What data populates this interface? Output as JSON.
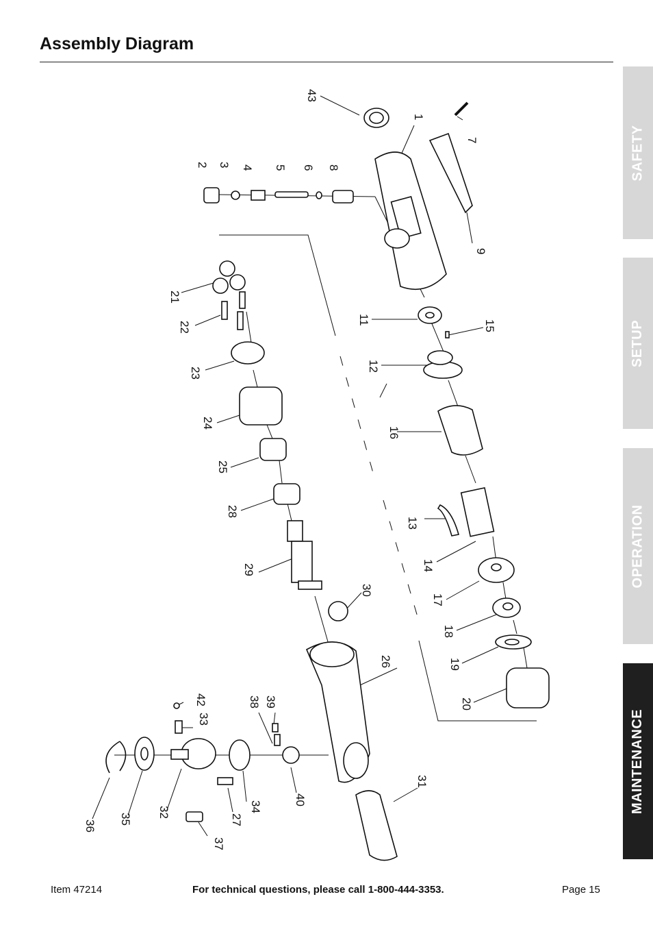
{
  "header": {
    "title": "Assembly Diagram"
  },
  "tabs": [
    {
      "label": "SAFETY",
      "active": false
    },
    {
      "label": "SETUP",
      "active": false
    },
    {
      "label": "OPERATION",
      "active": false
    },
    {
      "label": "MAINTENANCE",
      "active": true
    }
  ],
  "part_numbers": [
    "1",
    "2",
    "3",
    "4",
    "5",
    "6",
    "7",
    "8",
    "9",
    "11",
    "12",
    "13",
    "14",
    "15",
    "16",
    "17",
    "18",
    "19",
    "20",
    "21",
    "22",
    "23",
    "24",
    "25",
    "26",
    "27",
    "28",
    "29",
    "30",
    "31",
    "32",
    "33",
    "34",
    "35",
    "36",
    "37",
    "38",
    "39",
    "40",
    "42",
    "43"
  ],
  "footer": {
    "item": "Item 47214",
    "support": "For technical questions, please call 1-800-444-3353.",
    "page": "Page 15"
  },
  "colors": {
    "tab_light": "#d7d7d7",
    "tab_dark": "#1f1f1f"
  }
}
